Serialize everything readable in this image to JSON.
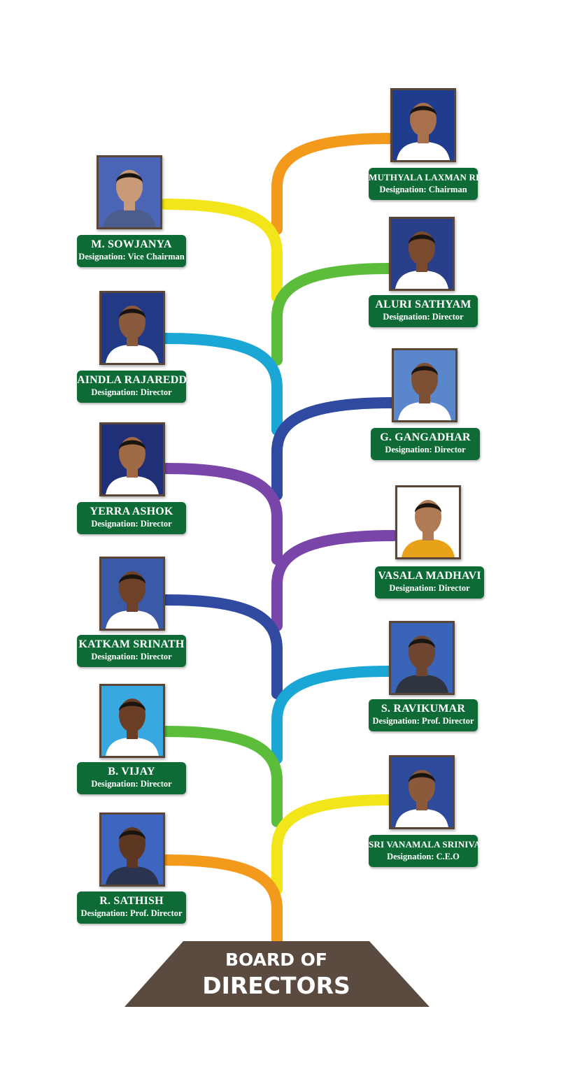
{
  "title": {
    "line1": "BOARD OF",
    "line2": "DIRECTORS"
  },
  "colors": {
    "label_bg": "#0f6b36",
    "base": "#5a4a3f",
    "orange": "#f39a1d",
    "yellow": "#f2e61a",
    "green": "#5bbd3a",
    "cyan": "#1ba7d6",
    "blue": "#2f4aa0",
    "purple": "#7a45a8"
  },
  "directors": [
    {
      "id": "muthyala-laxman-reddy",
      "side": "right",
      "name": "MUTHYALA LAXMAN REDDY",
      "designation": "Designation: Chairman",
      "branch_color": "orange",
      "photo_bg": "#1f3c8f",
      "shirt": "#ffffff",
      "skin": "#a8714c"
    },
    {
      "id": "m-sowjanya",
      "side": "left",
      "name": "M. SOWJANYA",
      "designation": "Designation: Vice Chairman",
      "branch_color": "yellow",
      "photo_bg": "#4a64b6",
      "shirt": "#4b5d8c",
      "skin": "#c89a78"
    },
    {
      "id": "aluri-sathyam",
      "side": "right",
      "name": "ALURI SATHYAM",
      "designation": "Designation: Director",
      "branch_color": "green",
      "photo_bg": "#2a3f8a",
      "shirt": "#ffffff",
      "skin": "#7a4a2e"
    },
    {
      "id": "aindla-rajareddy",
      "side": "left",
      "name": "AINDLA RAJAREDDY",
      "designation": "Designation: Director",
      "branch_color": "cyan",
      "photo_bg": "#223a86",
      "shirt": "#ffffff",
      "skin": "#8a5a3c"
    },
    {
      "id": "g-gangadhar",
      "side": "right",
      "name": "G. GANGADHAR",
      "designation": "Designation: Director",
      "branch_color": "blue",
      "photo_bg": "#5a86cc",
      "shirt": "#ffffff",
      "skin": "#7d4f33"
    },
    {
      "id": "yerra-ashok",
      "side": "left",
      "name": "YERRA ASHOK",
      "designation": "Designation: Director",
      "branch_color": "purple",
      "photo_bg": "#1f2f78",
      "shirt": "#ffffff",
      "skin": "#a06a45"
    },
    {
      "id": "vasala-madhavi",
      "side": "right",
      "name": "VASALA MADHAVI",
      "designation": "Designation: Director",
      "branch_color": "purple",
      "photo_bg": "#ffffff",
      "shirt": "#e8a21a",
      "skin": "#b07a55"
    },
    {
      "id": "katkam-srinath",
      "side": "left",
      "name": "KATKAM SRINATH",
      "designation": "Designation: Director",
      "branch_color": "blue",
      "photo_bg": "#3a5aa8",
      "shirt": "#ffffff",
      "skin": "#6e4228"
    },
    {
      "id": "s-ravikumar",
      "side": "right",
      "name": "S. RAVIKUMAR",
      "designation": "Designation: Prof. Director",
      "branch_color": "cyan",
      "photo_bg": "#3a64b8",
      "shirt": "#2e3440",
      "skin": "#6e4530"
    },
    {
      "id": "b-vijay",
      "side": "left",
      "name": "B. VIJAY",
      "designation": "Designation: Director",
      "branch_color": "green",
      "photo_bg": "#38a8e0",
      "shirt": "#ffffff",
      "skin": "#6b3f26"
    },
    {
      "id": "sri-vanamala-srinivas",
      "side": "right",
      "name": "SRI VANAMALA SRINIVAS",
      "designation": "Designation: C.E.O",
      "branch_color": "yellow",
      "photo_bg": "#2e4a9a",
      "shirt": "#ffffff",
      "skin": "#8c5a3a"
    },
    {
      "id": "r-sathish",
      "side": "left",
      "name": "R. SATHISH",
      "designation": "Designation: Prof. Director",
      "branch_color": "orange",
      "photo_bg": "#3c66c0",
      "shirt": "#2a3350",
      "skin": "#5e3722"
    }
  ]
}
